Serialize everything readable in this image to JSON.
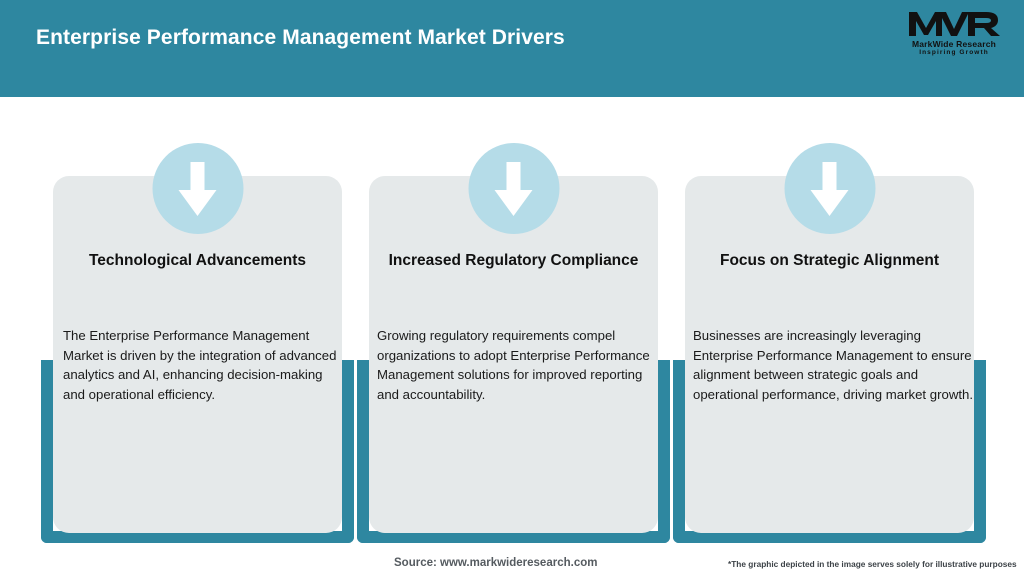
{
  "header": {
    "title": "Enterprise Performance Management Market Drivers",
    "background_color": "#2E87A0",
    "title_color": "#FFFFFF"
  },
  "logo": {
    "mark": "MWR",
    "name": "MarkWide Research",
    "tagline": "Inspiring Growth"
  },
  "theme": {
    "accent": "#2E87A0",
    "panel": "#E5E9EA",
    "circle": "#B5DCE8",
    "arrow": "#FFFFFF"
  },
  "cards": [
    {
      "icon": "down-arrow-icon",
      "title": "Technological Advancements",
      "body": "The Enterprise Performance Management Market is driven by the integration of advanced analytics and AI, enhancing decision-making and operational efficiency."
    },
    {
      "icon": "down-arrow-icon",
      "title": "Increased Regulatory Compliance",
      "body": "Growing regulatory requirements compel organizations to adopt Enterprise Performance Management solutions for improved reporting and accountability."
    },
    {
      "icon": "down-arrow-icon",
      "title": "Focus on Strategic Alignment",
      "body": "Businesses are increasingly leveraging Enterprise Performance Management to ensure alignment between strategic goals and operational performance, driving market growth."
    }
  ],
  "footer": {
    "source": "Source: www.markwideresearch.com",
    "note": "*The graphic depicted in the image serves solely for illustrative purposes"
  }
}
